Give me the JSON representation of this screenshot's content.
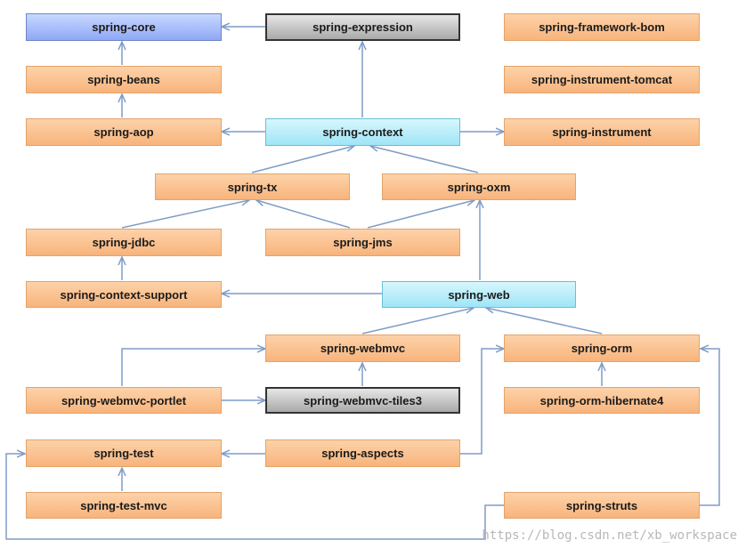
{
  "nodes": {
    "spring_core": "spring-core",
    "spring_expression": "spring-expression",
    "spring_framework_bom": "spring-framework-bom",
    "spring_beans": "spring-beans",
    "spring_instrument_tomcat": "spring-instrument-tomcat",
    "spring_aop": "spring-aop",
    "spring_context": "spring-context",
    "spring_instrument": "spring-instrument",
    "spring_tx": "spring-tx",
    "spring_oxm": "spring-oxm",
    "spring_jdbc": "spring-jdbc",
    "spring_jms": "spring-jms",
    "spring_context_support": "spring-context-support",
    "spring_web": "spring-web",
    "spring_webmvc": "spring-webmvc",
    "spring_orm": "spring-orm",
    "spring_webmvc_portlet": "spring-webmvc-portlet",
    "spring_webmvc_tiles3": "spring-webmvc-tiles3",
    "spring_orm_hibernate4": "spring-orm-hibernate4",
    "spring_test": "spring-test",
    "spring_aspects": "spring-aspects",
    "spring_test_mvc": "spring-test-mvc",
    "spring_struts": "spring-struts"
  },
  "watermark": "https://blog.csdn.net/xb_workspace",
  "colors": {
    "arrow": "#7f9cc7",
    "orange_node": "#f8b47c",
    "blue_node": "#8fa8f6",
    "cyan_node": "#9fe5f7",
    "gray_node": "#a9a9a9"
  }
}
